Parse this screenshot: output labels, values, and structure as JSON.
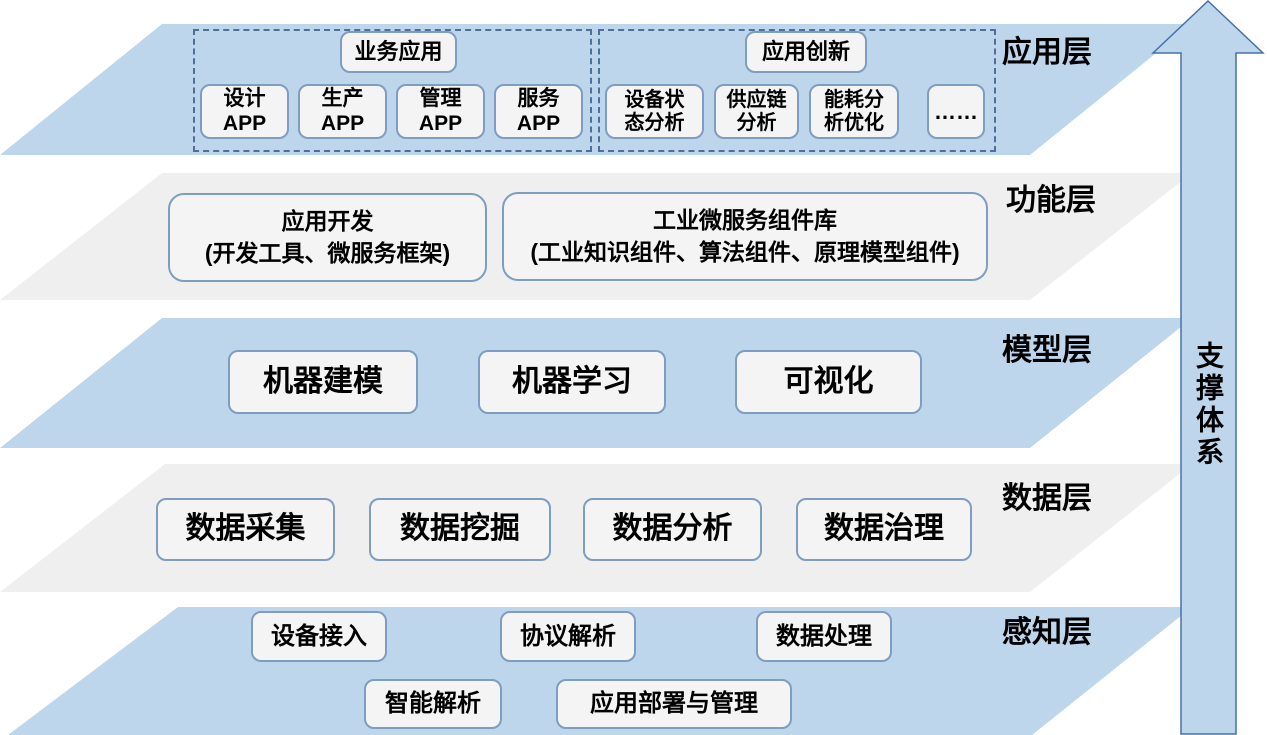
{
  "colors": {
    "layer_blue": "#BDD6EC",
    "layer_gray": "#EFEFEF",
    "box_fill": "#F4F4F4",
    "box_border": "#7E9DC0",
    "dashed_border": "#4C6F9C",
    "arrow_fill": "#BDD6EC",
    "arrow_border": "#4472A8",
    "text": "#000000"
  },
  "support": {
    "label": "支撑体系"
  },
  "layers": [
    {
      "label": "应用层",
      "groups": [
        {
          "title": "业务应用",
          "items": [
            "设计\nAPP",
            "生产\nAPP",
            "管理\nAPP",
            "服务\nAPP"
          ]
        },
        {
          "title": "应用创新",
          "items": [
            "设备状\n态分析",
            "供应链\n分析",
            "能耗分\n析优化",
            "……"
          ]
        }
      ]
    },
    {
      "label": "功能层",
      "boxes": [
        "应用开发\n(开发工具、微服务框架)",
        "工业微服务组件库\n(工业知识组件、算法组件、原理模型组件)"
      ]
    },
    {
      "label": "模型层",
      "boxes": [
        "机器建模",
        "机器学习",
        "可视化"
      ]
    },
    {
      "label": "数据层",
      "boxes": [
        "数据采集",
        "数据挖掘",
        "数据分析",
        "数据治理"
      ]
    },
    {
      "label": "感知层",
      "boxes": [
        "设备接入",
        "协议解析",
        "数据处理",
        "智能解析",
        "应用部署与管理"
      ]
    }
  ]
}
